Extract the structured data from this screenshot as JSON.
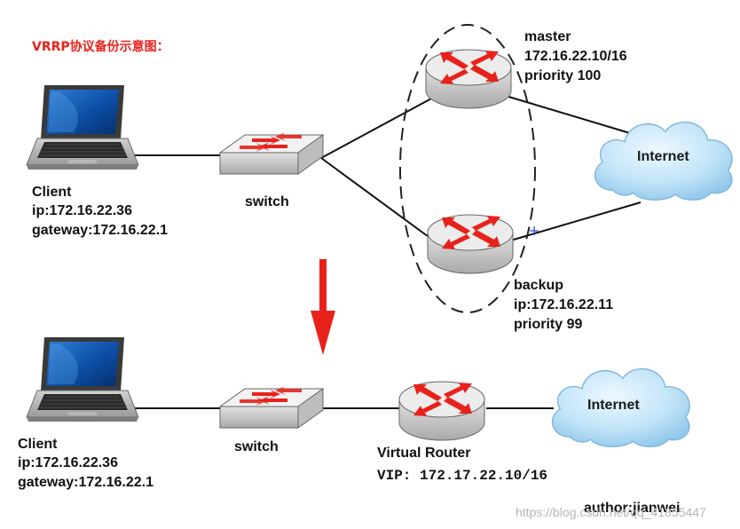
{
  "title": "VRRP协议备份示意图：",
  "top": {
    "client": {
      "name": "Client",
      "ip": "ip:172.16.22.36",
      "gateway": "gateway:172.16.22.1"
    },
    "switch_label": "switch",
    "master": {
      "role": "master",
      "ip": "172.16.22.10/16",
      "priority": "priority 100"
    },
    "backup": {
      "role": "backup",
      "ip": "ip:172.16.22.11",
      "priority": "priority 99"
    },
    "internet_label": "Internet"
  },
  "bottom": {
    "client": {
      "name": "Client",
      "ip": "ip:172.16.22.36",
      "gateway": "gateway:172.16.22.1"
    },
    "switch_label": "switch",
    "router_label": "Virtual Router",
    "vip": "VIP: 172.17.22.10/16",
    "internet_label": "Internet"
  },
  "author": "author:jianwei",
  "watermark": "https://blog.csdn.net/qq_41855447",
  "colors": {
    "title": "#e8221b",
    "arrow": "#e8221b",
    "cloud": "#a8d6f2",
    "device": "#d8d8d8"
  }
}
